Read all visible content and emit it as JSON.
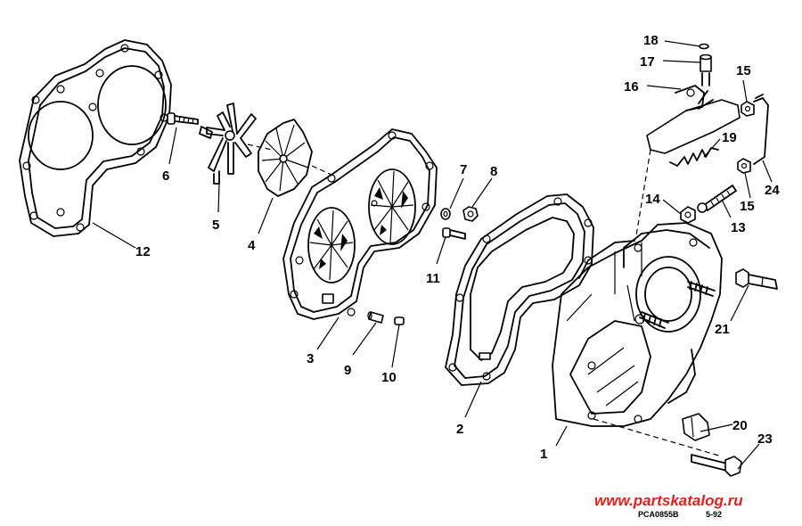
{
  "callouts": {
    "c1": "1",
    "c2": "2",
    "c3": "3",
    "c4": "4",
    "c5": "5",
    "c6": "6",
    "c7": "7",
    "c8": "8",
    "c9": "9",
    "c10": "10",
    "c11": "11",
    "c12": "12",
    "c13": "13",
    "c14": "14",
    "c15a": "15",
    "c15b": "15",
    "c16": "16",
    "c17": "17",
    "c18": "18",
    "c19": "19",
    "c20": "20",
    "c21": "21",
    "c23": "23",
    "c24": "24"
  },
  "footer": {
    "watermark": "www.partskatalog.ru",
    "drawing_code": "PCA0855B",
    "date_code": "5-92"
  },
  "colors": {
    "line": "#000000",
    "watermark": "#e2201c",
    "background": "#ffffff"
  }
}
